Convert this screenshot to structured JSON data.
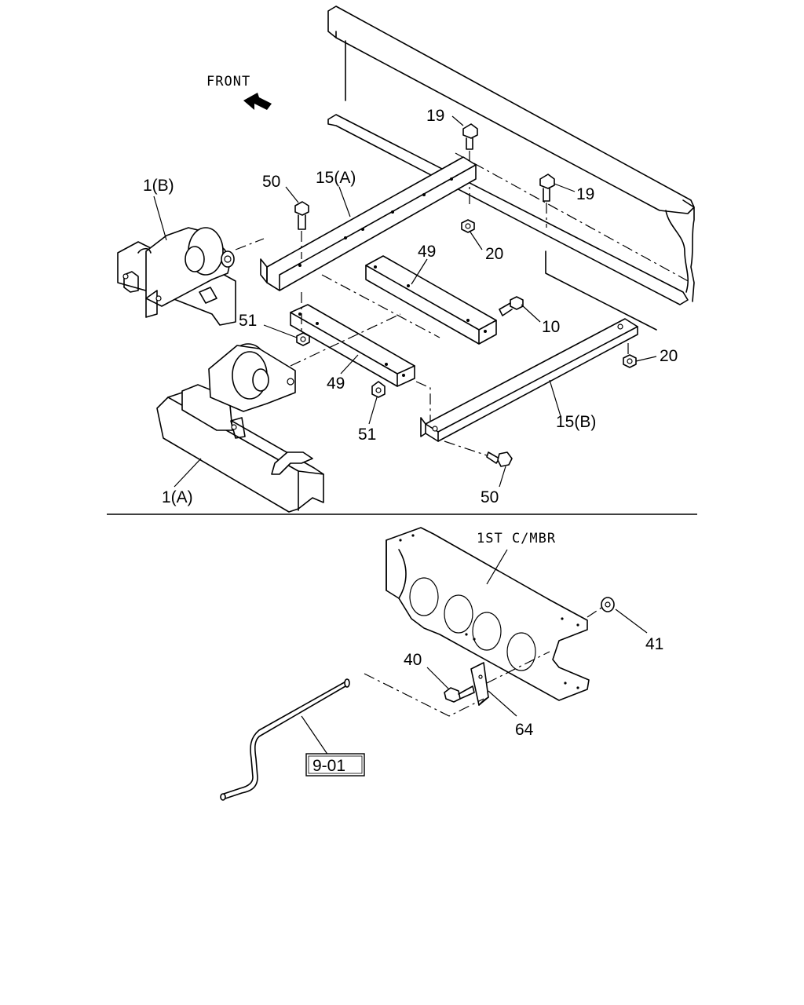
{
  "header": {
    "direction_label": "FRONT"
  },
  "callouts": {
    "c19a": "19",
    "c19b": "19",
    "c50a": "50",
    "c50b": "50",
    "c15a": "15(A)",
    "c15b": "15(B)",
    "c1b": "1(B)",
    "c1a": "1(A)",
    "c20a": "20",
    "c20b": "20",
    "c49a": "49",
    "c49b": "49",
    "c51a": "51",
    "c51b": "51",
    "c10": "10",
    "c41": "41",
    "c40": "40",
    "c64": "64"
  },
  "crossmember_label": "1ST C/MBR",
  "reference_box": "9-01",
  "icons": {
    "direction_arrow": "front-arrow-icon"
  }
}
